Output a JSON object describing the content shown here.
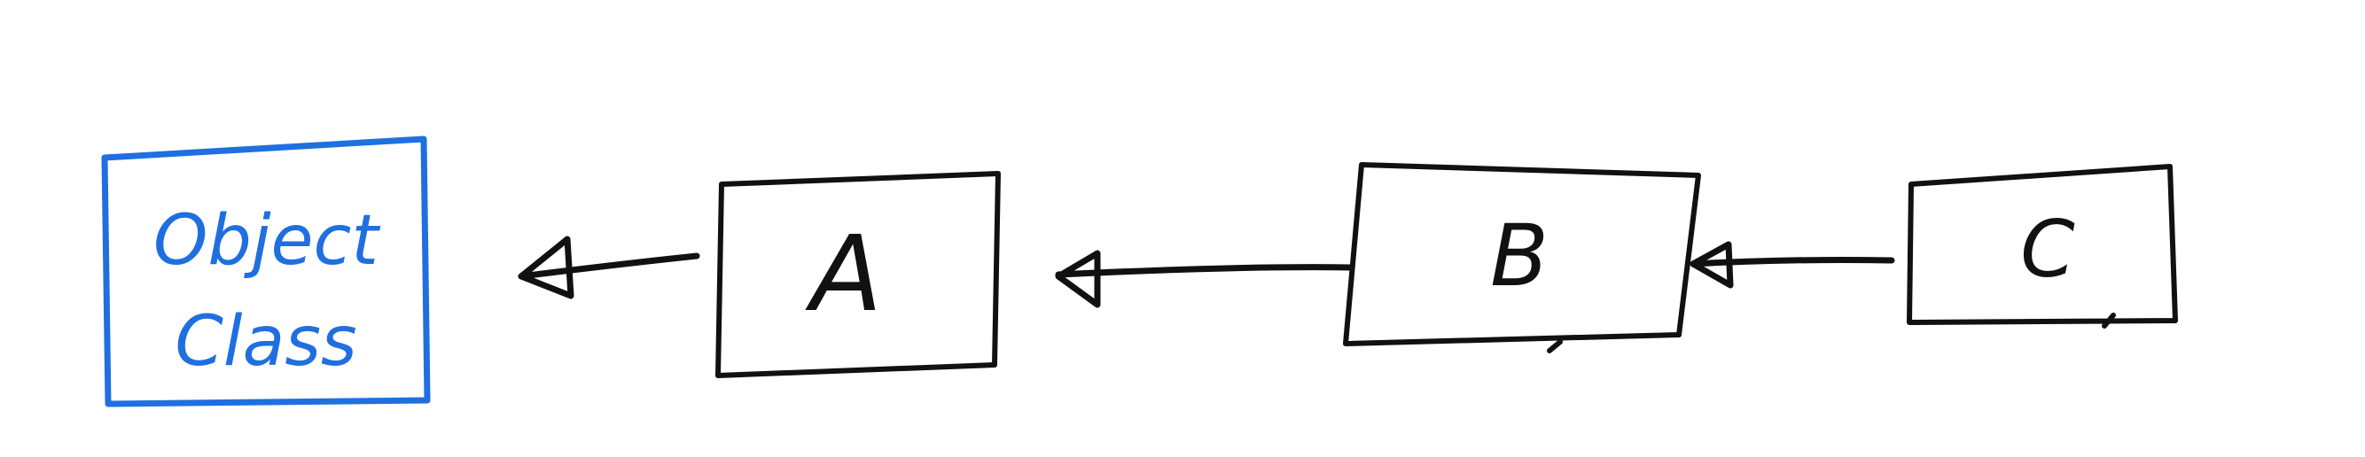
{
  "diagram": {
    "nodes": [
      {
        "id": "object",
        "label_line1": "Object",
        "label_line2": "Class",
        "color": "#1f6fe0"
      },
      {
        "id": "a",
        "label": "A",
        "color": "#111111"
      },
      {
        "id": "b",
        "label": "B",
        "color": "#111111"
      },
      {
        "id": "c",
        "label": "C",
        "color": "#111111"
      }
    ],
    "edges": [
      {
        "from": "a",
        "to": "object",
        "arrowhead": "open-triangle"
      },
      {
        "from": "b",
        "to": "a",
        "arrowhead": "open-triangle"
      },
      {
        "from": "c",
        "to": "b",
        "arrowhead": "open-triangle"
      }
    ]
  }
}
